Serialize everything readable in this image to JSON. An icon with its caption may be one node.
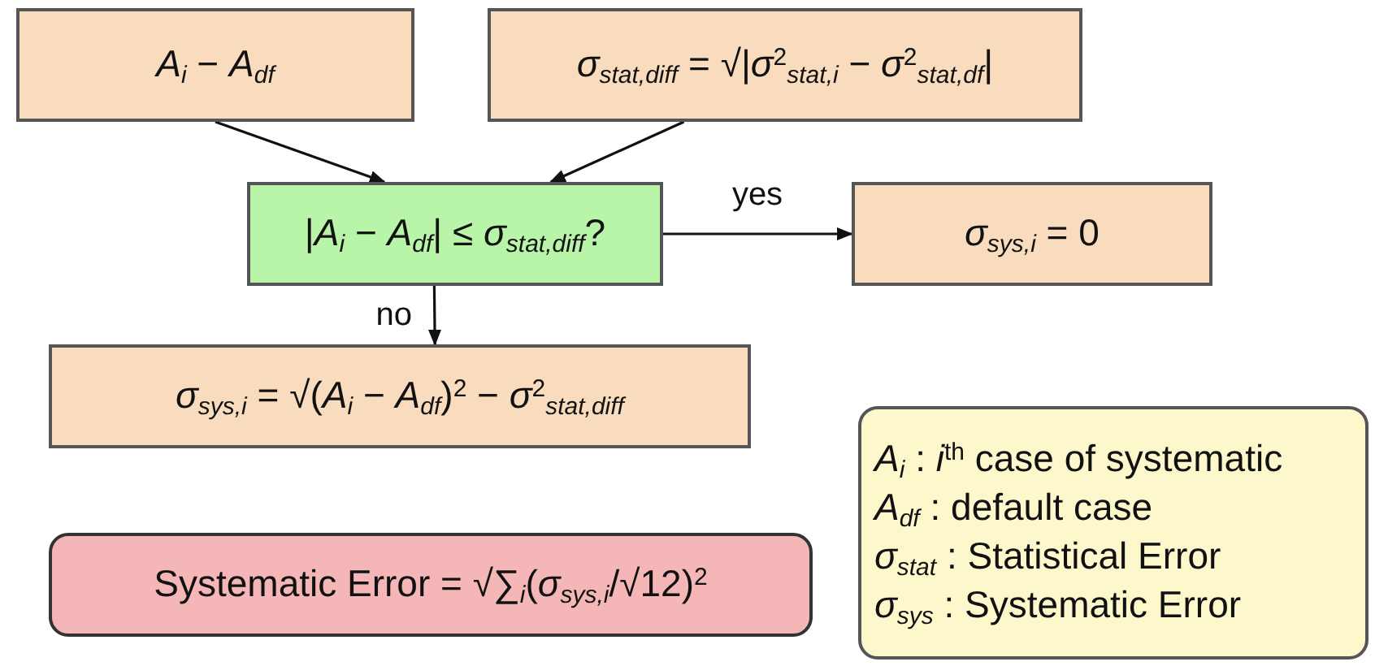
{
  "diagram": {
    "nodes": [
      {
        "text": [
          "*A*$_{i}$ − *A*$_{df}$"
        ]
      },
      {
        "text": [
          "*σ*$_{stat,diff}$ = √|*σ*$^{2}$$_{stat,i}$ − *σ*$^{2}$$_{stat,df}$|"
        ]
      },
      {
        "text": [
          "|*A*$_{i}$ − *A*$_{df}$| ≤ *σ*$_{stat,diff}$?"
        ]
      },
      {
        "text": [
          "*σ*$_{sys,i}$ = 0"
        ]
      },
      {
        "text": [
          "*σ*$_{sys,i}$ = √(*A*$_{i}$ − *A*$_{df}$)$^{2}$ − *σ*$^{2}$$_{stat,diff}$"
        ]
      },
      {
        "text": [
          "Systematic Error = √∑$_{i}$(*σ*$_{sys,i}$/√12)$^{2}$"
        ]
      },
      {
        "text": [
          "*A*$_{i}$ : *i*$^{th}$ case of systematic",
          "*A*$_{df}$ : default case",
          "*σ*$_{stat}$ : Statistical Error",
          "*σ*$_{sys}$ : Systematic Error"
        ]
      }
    ],
    "edges": [
      {
        "from": 0,
        "to": 2,
        "arrow": "to"
      },
      {
        "from": 1,
        "to": 2,
        "arrow": "to"
      },
      {
        "from": 2,
        "to": 3,
        "arrow": "to",
        "label": "yes"
      },
      {
        "from": 2,
        "to": 4,
        "arrow": "to",
        "label": "no"
      }
    ]
  }
}
